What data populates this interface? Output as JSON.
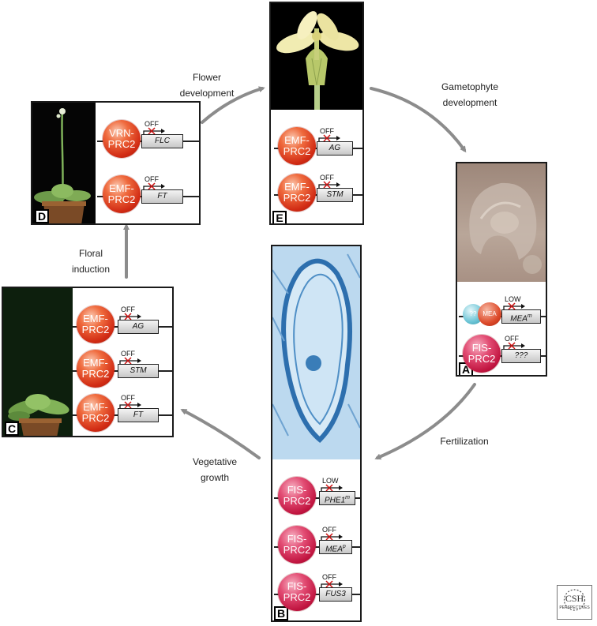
{
  "colors": {
    "arrow": "#8c8c8c",
    "emf_ball": "#d12b14",
    "fis_ball": "#c0143f",
    "repression_x": "#cc1111"
  },
  "stages": {
    "A": {
      "letter": "A",
      "genes": [
        {
          "complex": "??",
          "complex2": "MEA",
          "state": "LOW",
          "gene": "MEA",
          "superscript": "m"
        },
        {
          "complex": "FIS-\nPRC2",
          "state": "OFF",
          "gene": "???"
        }
      ]
    },
    "B": {
      "letter": "B",
      "genes": [
        {
          "complex": "FIS-\nPRC2",
          "state": "LOW",
          "gene": "PHE1",
          "superscript": "m"
        },
        {
          "complex": "FIS-\nPRC2",
          "state": "OFF",
          "gene": "MEA",
          "superscript": "p"
        },
        {
          "complex": "FIS-\nPRC2",
          "state": "OFF",
          "gene": "FUS3"
        }
      ]
    },
    "C": {
      "letter": "C",
      "genes": [
        {
          "complex": "EMF-\nPRC2",
          "state": "OFF",
          "gene": "AG"
        },
        {
          "complex": "EMF-\nPRC2",
          "state": "OFF",
          "gene": "STM"
        },
        {
          "complex": "EMF-\nPRC2",
          "state": "OFF",
          "gene": "FT"
        }
      ]
    },
    "D": {
      "letter": "D",
      "genes": [
        {
          "complex": "VRN-\nPRC2",
          "state": "OFF",
          "gene": "FLC"
        },
        {
          "complex": "EMF-\nPRC2",
          "state": "OFF",
          "gene": "FT"
        }
      ]
    },
    "E": {
      "letter": "E",
      "genes": [
        {
          "complex": "EMF-\nPRC2",
          "state": "OFF",
          "gene": "AG"
        },
        {
          "complex": "EMF-\nPRC2",
          "state": "OFF",
          "gene": "STM"
        }
      ]
    }
  },
  "transitions": {
    "flower_development": "Flower\ndevelopment",
    "gametophyte_development": "Gametophyte\ndevelopment",
    "fertilization": "Fertilization",
    "vegetative_growth": "Vegetative\ngrowth",
    "floral_induction": "Floral\ninduction"
  },
  "logo": {
    "title": "CSH",
    "subtitle": "PERSPECTIVES"
  }
}
